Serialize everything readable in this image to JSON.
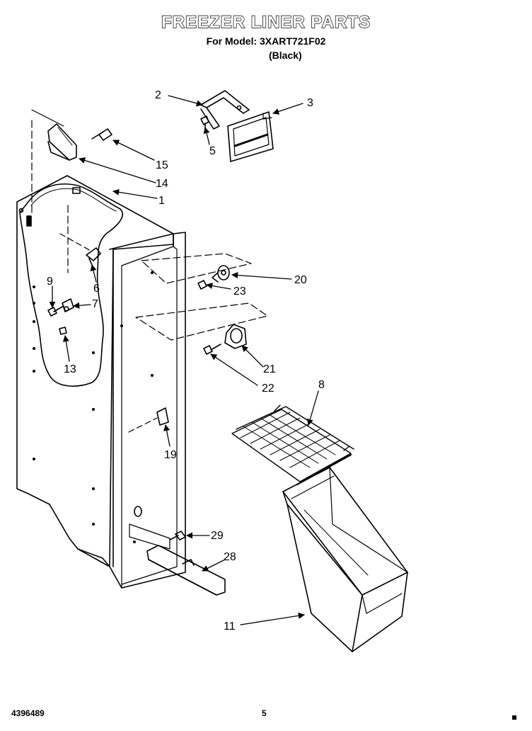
{
  "title": "FREEZER LINER PARTS",
  "model_line": "For Model: 3XART721F02",
  "color_line": "(Black)",
  "footer": {
    "doc_number": "4396489",
    "page_number": "5"
  },
  "callouts": [
    "1",
    "2",
    "3",
    "5",
    "6",
    "7",
    "8",
    "9",
    "11",
    "13",
    "14",
    "15",
    "19",
    "20",
    "21",
    "22",
    "23",
    "28",
    "29"
  ]
}
